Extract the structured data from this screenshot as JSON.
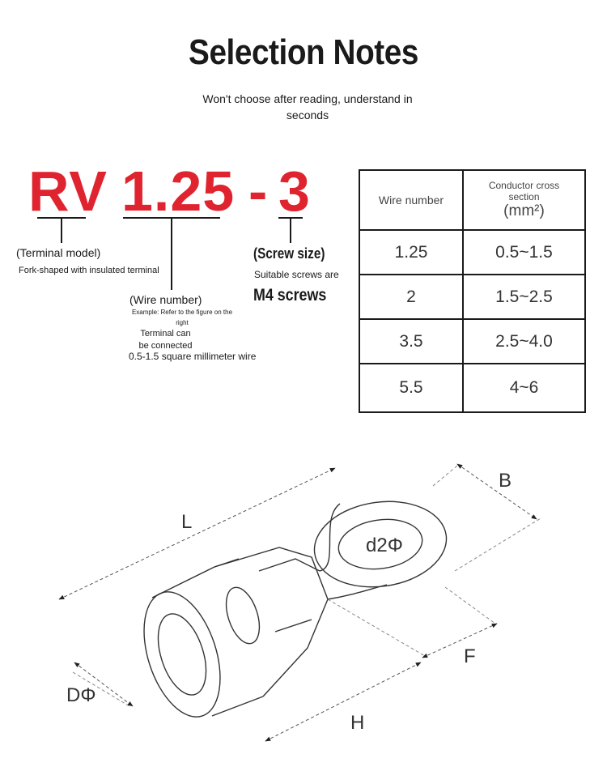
{
  "header": {
    "title": "Selection Notes",
    "subtitle": "Won't choose after reading, understand in seconds"
  },
  "model_code": {
    "prefix": "RV",
    "wire": "1.25",
    "dash": "-",
    "screw": "3"
  },
  "labels": {
    "terminal_model": "(Terminal model)",
    "terminal_desc": "Fork-shaped with insulated terminal",
    "wire_number": "(Wire number)",
    "wire_example": "Example: Refer to the figure on the right",
    "wire_connect": "Terminal can be connected",
    "wire_range": "0.5-1.5 square millimeter wire",
    "screw_size": "(Screw size)",
    "screw_suitable": "Suitable screws are",
    "screw_value": "M4 screws"
  },
  "table": {
    "header_wire": "Wire number",
    "header_section": "Conductor cross section",
    "header_unit": "(mm²)",
    "rows": [
      {
        "wire": "1.25",
        "section": "0.5~1.5"
      },
      {
        "wire": "2",
        "section": "1.5~2.5"
      },
      {
        "wire": "3.5",
        "section": "2.5~4.0"
      },
      {
        "wire": "5.5",
        "section": "4~6"
      }
    ]
  },
  "diagram": {
    "L": "L",
    "B": "B",
    "d2": "d2Φ",
    "F": "F",
    "D": "DΦ",
    "H": "H"
  }
}
